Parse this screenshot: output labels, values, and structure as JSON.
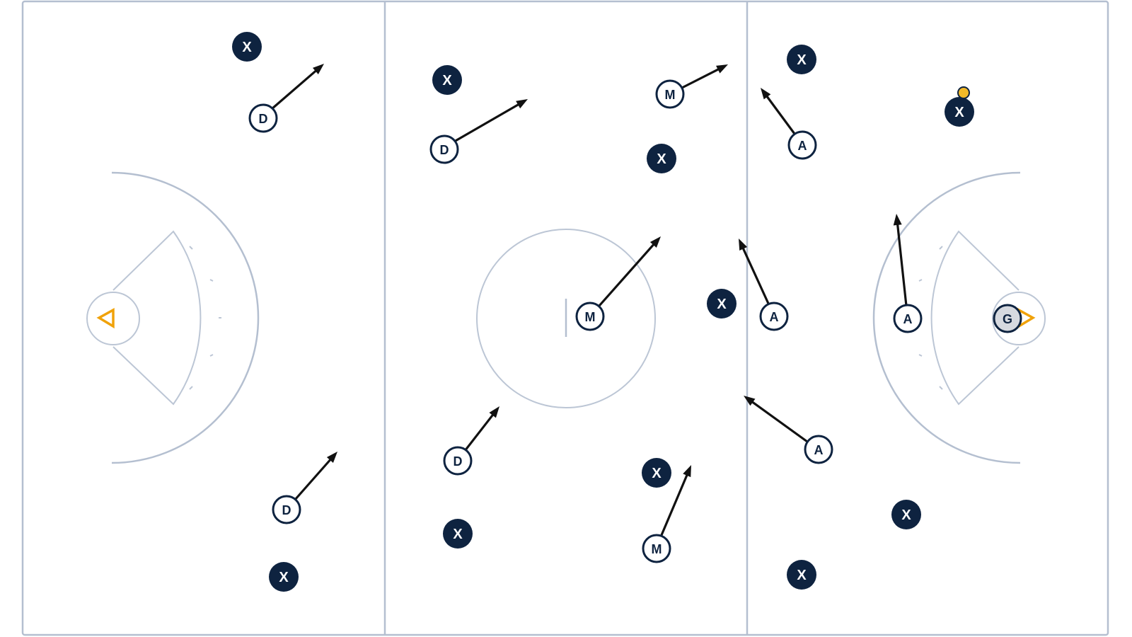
{
  "diagram": {
    "players": {
      "attack_label": "A",
      "midfield_label": "M",
      "defense_label": "D",
      "goalie_label": "G",
      "opponent_label": "X"
    },
    "colors": {
      "field_lines": "#b4bfd0",
      "opponent_fill": "#0e2340",
      "player_outline": "#0e2340",
      "goal": "#f0a20a",
      "ball": "#f2b928",
      "arrows": "#111111"
    },
    "icons": {
      "goal": "goal-triangle-icon",
      "ball": "ball-icon",
      "arrow": "movement-arrow-icon"
    }
  }
}
